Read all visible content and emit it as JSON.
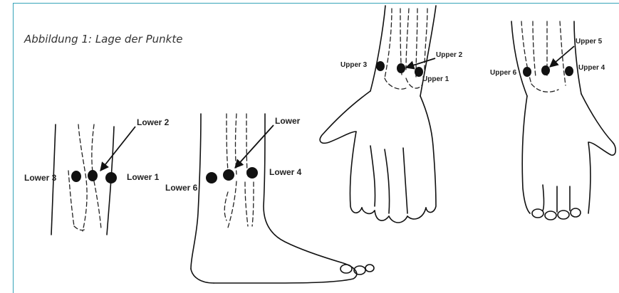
{
  "figure": {
    "caption": "Abbildung 1: Lage der Punkte"
  },
  "lower": {
    "front": {
      "lower1": "Lower 1",
      "lower2": "Lower 2",
      "lower3": "Lower 3"
    },
    "side": {
      "lower4": "Lower 4",
      "lower5": "Lower",
      "lower6": "Lower 6"
    }
  },
  "upper": {
    "palm": {
      "upper1": "Upper 1",
      "upper2": "Upper 2",
      "upper3": "Upper 3"
    },
    "back": {
      "upper4": "Upper 4",
      "upper5": "Upper 5",
      "upper6": "Upper 6"
    }
  },
  "colors": {
    "frame": "#35a3b8",
    "ink": "#111111"
  }
}
